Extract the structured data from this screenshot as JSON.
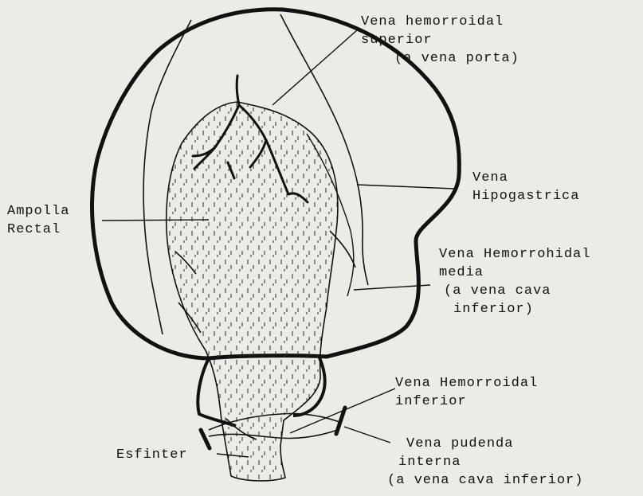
{
  "labels": {
    "hemorroidal_superior": [
      "Vena hemorroidal",
      "superior",
      "(a vena porta)"
    ],
    "hipogastrica": [
      "Vena",
      "Hipogastrica"
    ],
    "ampolla_rectal": [
      "Ampolla",
      "Rectal"
    ],
    "hemorrohidal_media": [
      "Vena Hemorrohidal",
      "media",
      "(a vena cava",
      "inferior)"
    ],
    "hemorroidal_inferior": [
      "Vena Hemorroidal",
      "inferior"
    ],
    "pudenda_interna": [
      "Vena pudenda",
      "interna",
      "(a vena cava inferior)"
    ],
    "esfinter": "Esfinter"
  },
  "colors": {
    "ink": "#111111",
    "paper": "#ecebe6",
    "stipple": "#2a2a2a"
  }
}
